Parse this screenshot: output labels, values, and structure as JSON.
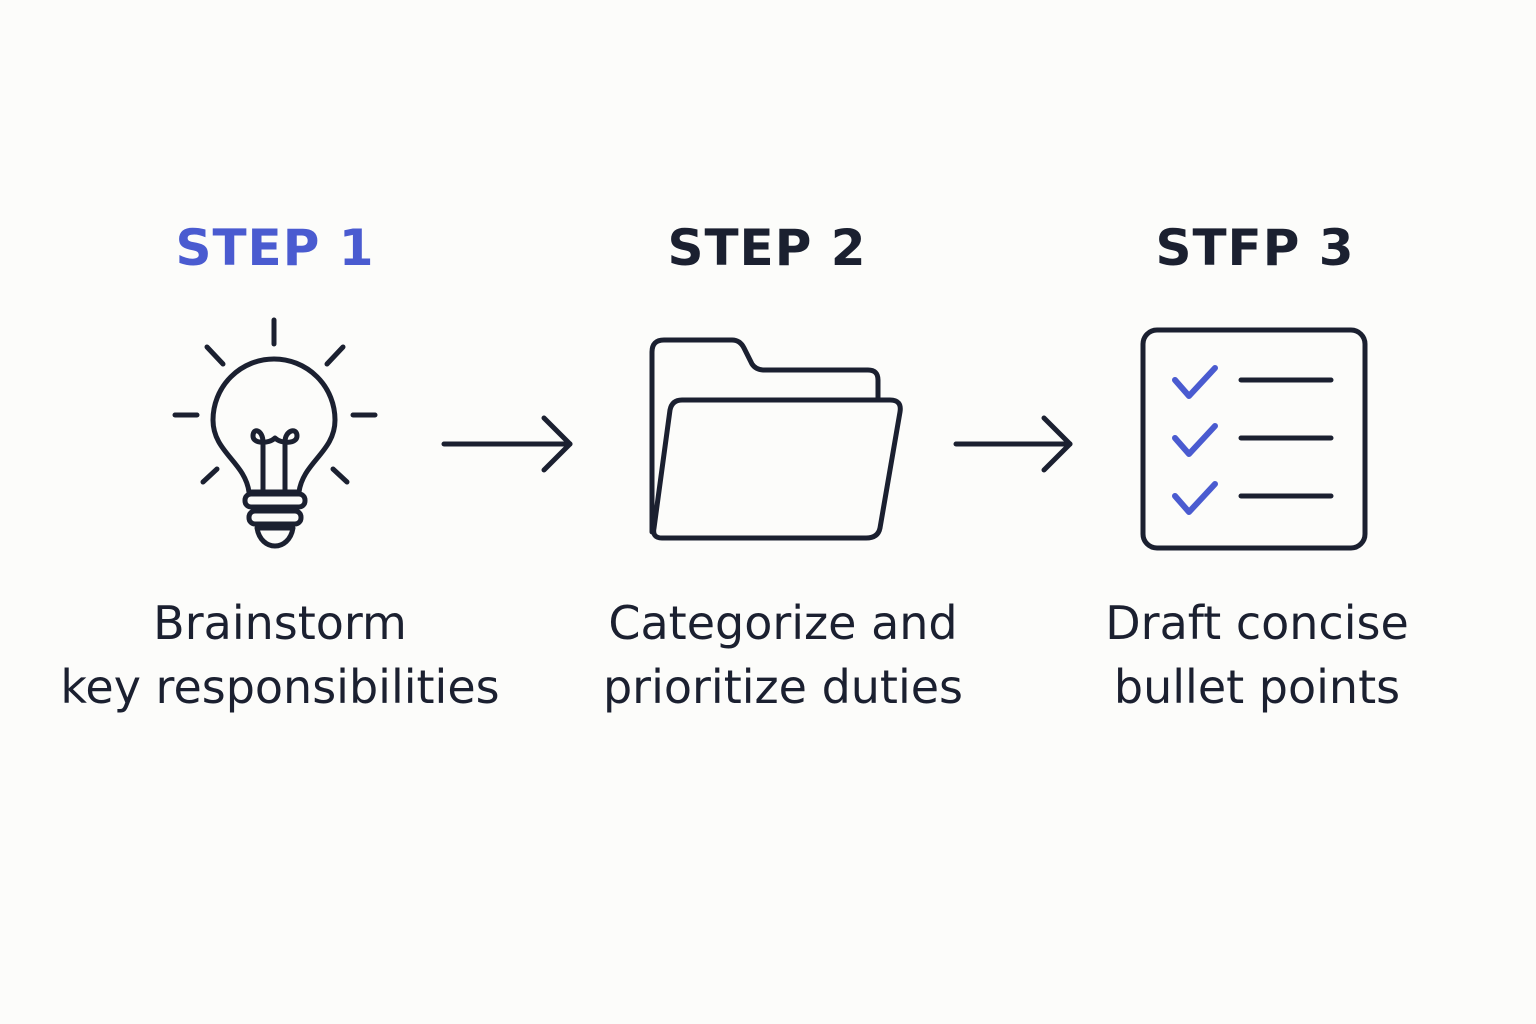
{
  "colors": {
    "background": "#fcfcfa",
    "ink": "#1b2030",
    "accent": "#4a5bd0"
  },
  "steps": [
    {
      "title": "STEP 1",
      "title_color": "#4a5bd0",
      "icon": "lightbulb-icon",
      "description": [
        "Brainstorm",
        "key responsibilities"
      ]
    },
    {
      "title": "STEP 2",
      "title_color": "#1b2030",
      "icon": "folder-icon",
      "description": [
        "Categorize and",
        "prioritize duties"
      ]
    },
    {
      "title": "STFP 3",
      "title_color": "#1b2030",
      "icon": "checklist-icon",
      "description": [
        "Draft concise",
        "bullet points"
      ]
    }
  ],
  "connectors": [
    "arrow-right-icon",
    "arrow-right-icon"
  ]
}
